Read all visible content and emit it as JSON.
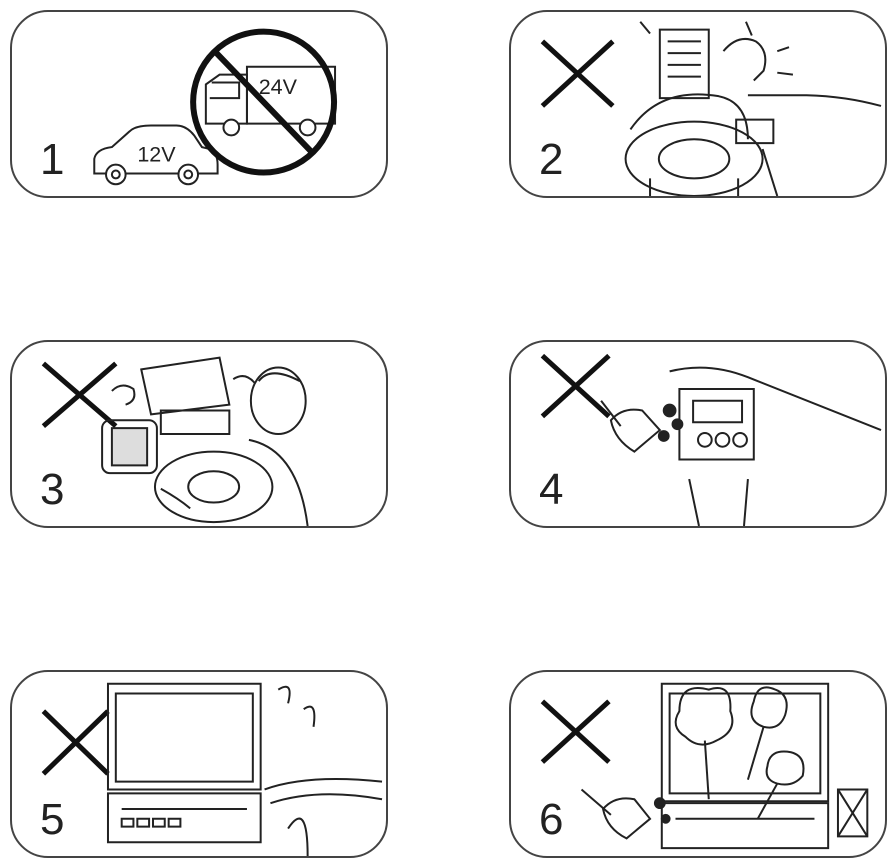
{
  "panels": [
    {
      "number": "1",
      "car_label": "12V",
      "truck_label": "24V",
      "marker": "prohibited-circle"
    },
    {
      "number": "2",
      "marker": "cross"
    },
    {
      "number": "3",
      "marker": "cross"
    },
    {
      "number": "4",
      "marker": "cross"
    },
    {
      "number": "5",
      "marker": "cross"
    },
    {
      "number": "6",
      "marker": "cross"
    }
  ],
  "colors": {
    "line": "#222222",
    "border": "#444444",
    "background": "#ffffff"
  }
}
